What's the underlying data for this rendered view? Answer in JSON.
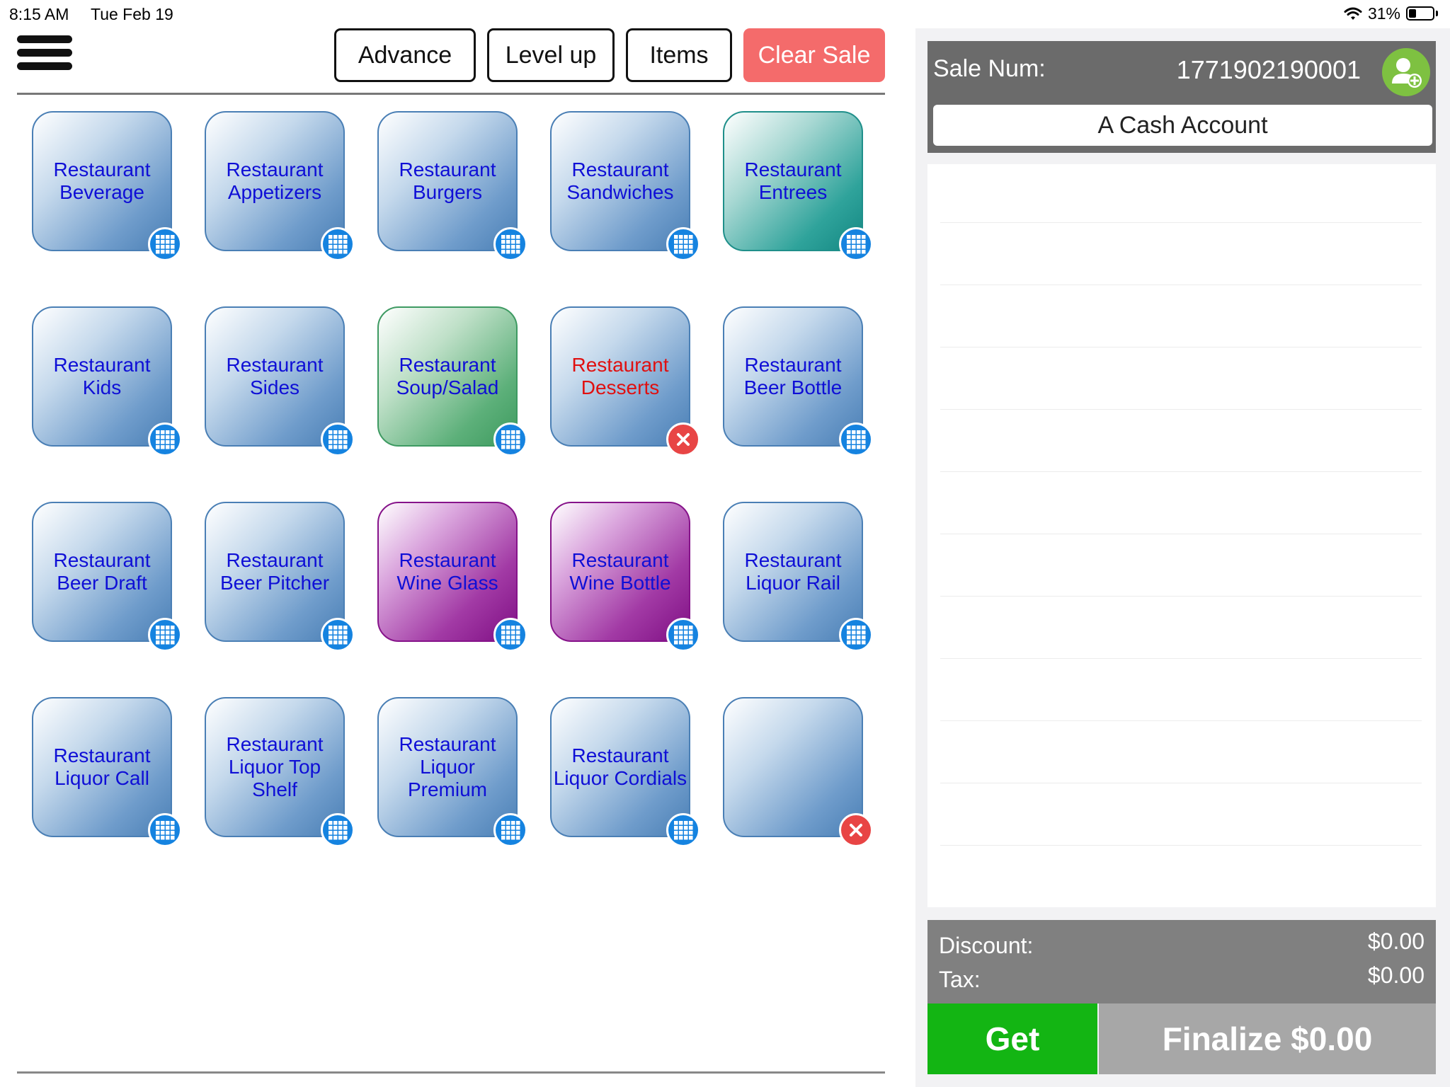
{
  "status": {
    "time": "8:15 AM",
    "date": "Tue Feb 19",
    "battery": "31%"
  },
  "toolbar": {
    "advance_label": "Advance",
    "levelup_label": "Level up",
    "items_label": "Items",
    "clear_label": "Clear Sale",
    "clear_color": "#f46b6b"
  },
  "categories": [
    {
      "label": "Restaurant Beverage",
      "style": "blue",
      "badge": "grid-icon"
    },
    {
      "label": "Restaurant Appetizers",
      "style": "blue",
      "badge": "grid-icon"
    },
    {
      "label": "Restaurant Burgers",
      "style": "blue",
      "badge": "grid-icon"
    },
    {
      "label": "Restaurant Sandwiches",
      "style": "blue",
      "badge": "grid-icon"
    },
    {
      "label": "Restaurant Entrees",
      "style": "teal",
      "badge": "grid-icon"
    },
    {
      "label": "Restaurant Kids",
      "style": "blue",
      "badge": "grid-icon"
    },
    {
      "label": "Restaurant Sides",
      "style": "blue",
      "badge": "grid-icon"
    },
    {
      "label": "Restaurant Soup/Salad",
      "style": "green",
      "badge": "grid-icon"
    },
    {
      "label": "Restaurant Desserts",
      "style": "blue",
      "text_color": "red",
      "badge": "close-icon"
    },
    {
      "label": "Restaurant Beer Bottle",
      "style": "blue",
      "badge": "grid-icon"
    },
    {
      "label": "Restaurant Beer Draft",
      "style": "blue",
      "badge": "grid-icon"
    },
    {
      "label": "Restaurant Beer Pitcher",
      "style": "blue",
      "badge": "grid-icon"
    },
    {
      "label": "Restaurant Wine Glass",
      "style": "purple",
      "badge": "grid-icon"
    },
    {
      "label": "Restaurant Wine Bottle",
      "style": "purple",
      "badge": "grid-icon"
    },
    {
      "label": "Restaurant Liquor Rail",
      "style": "blue",
      "badge": "grid-icon"
    },
    {
      "label": "Restaurant Liquor Call",
      "style": "blue",
      "badge": "grid-icon"
    },
    {
      "label": "Restaurant Liquor Top Shelf",
      "style": "blue",
      "badge": "grid-icon"
    },
    {
      "label": "Restaurant Liquor Premium",
      "style": "blue",
      "badge": "grid-icon"
    },
    {
      "label": "Restaurant Liquor Cordials",
      "style": "blue",
      "badge": "grid-icon"
    },
    {
      "label": "",
      "style": "blue",
      "badge": "close-icon"
    }
  ],
  "sale": {
    "num_label": "Sale Num:",
    "num_value": "1771902190001",
    "account": "A Cash Account"
  },
  "totals": {
    "discount_label": "Discount:",
    "discount_value": "$0.00",
    "tax_label": "Tax:",
    "tax_value": "$0.00"
  },
  "actions": {
    "get_label": "Get",
    "finalize_label": "Finalize $0.00",
    "get_color": "#13b513"
  }
}
